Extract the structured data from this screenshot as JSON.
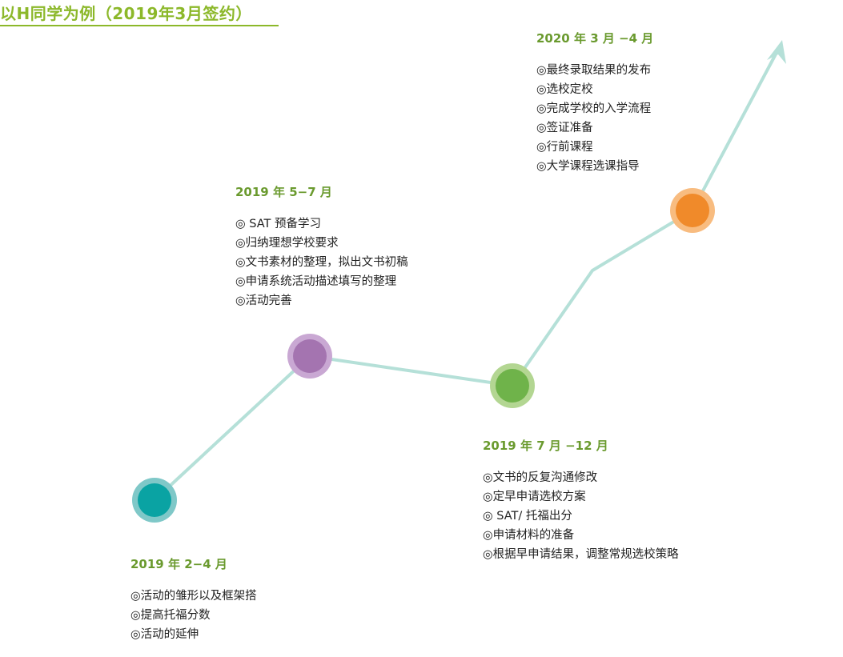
{
  "title": "以H同学为例（2019年3月签约）",
  "colors": {
    "title": "#8cb82a",
    "heading": "#6a9a2e",
    "line": "#b5e0d8"
  },
  "stages": [
    {
      "heading": "2019 年 2−4 月",
      "color": "#0aa3a3",
      "ring": "#7fc8c8",
      "items": [
        "◎活动的雏形以及框架搭",
        "◎提高托福分数",
        "◎活动的延伸"
      ]
    },
    {
      "heading": "2019 年 5−7 月",
      "color": "#a474b0",
      "ring": "#c9a8d3",
      "items": [
        "◎ SAT 预备学习",
        "◎归纳理想学校要求",
        "◎文书素材的整理，拟出文书初稿",
        "◎申请系统活动描述填写的整理",
        "◎活动完善"
      ]
    },
    {
      "heading": "2019 年 7 月 −12 月",
      "color": "#6fb34a",
      "ring": "#b3d692",
      "items": [
        "◎文书的反复沟通修改",
        "◎定早申请选校方案",
        "◎ SAT/ 托福出分",
        "◎申请材料的准备",
        "◎根据早申请结果，调整常规选校策略"
      ]
    },
    {
      "heading": "2020 年 3 月 −4 月",
      "color": "#f08a2a",
      "ring": "#f8bc80",
      "items": [
        "◎最终录取结果的发布",
        "◎选校定校",
        "◎完成学校的入学流程",
        "◎签证准备",
        "◎行前课程",
        "◎大学课程选课指导"
      ]
    }
  ]
}
